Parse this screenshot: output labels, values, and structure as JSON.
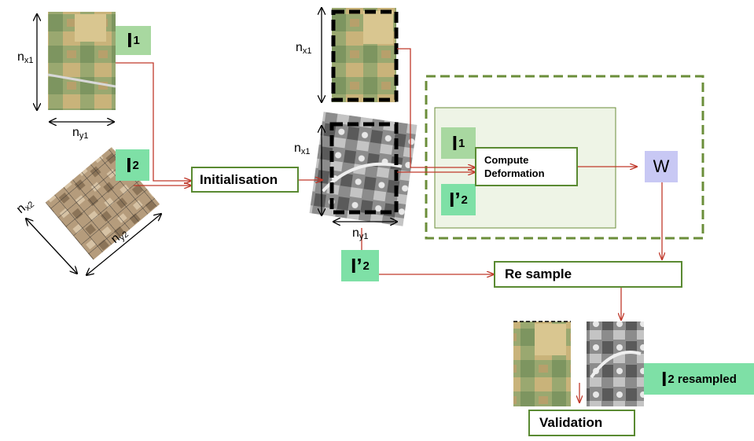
{
  "labels": {
    "i1_top": {
      "main": "I",
      "sub": "1"
    },
    "i2_left": {
      "main": "I",
      "sub": "2"
    },
    "i1_inner": {
      "main": "I",
      "sub": "1"
    },
    "i2p_inner": {
      "main": "I’",
      "sub": "2"
    },
    "i2p_bottom": {
      "main": "I’",
      "sub": "2"
    },
    "i2_resampled": {
      "main": "I",
      "sub": "2 resampled"
    },
    "w": "W"
  },
  "dimensions": {
    "nx1_left": {
      "main": "n",
      "sub": "x1"
    },
    "ny1_left": {
      "main": "n",
      "sub": "y1"
    },
    "nx2": {
      "main": "n",
      "sub": "x2"
    },
    "ny2": {
      "main": "n",
      "sub": "y2"
    },
    "nx1_mid_top": {
      "main": "n",
      "sub": "x1"
    },
    "nx1_mid": {
      "main": "n",
      "sub": "x1"
    },
    "ny1_mid": {
      "main": "n",
      "sub": "y1"
    }
  },
  "process": {
    "initialisation": "Initialisation",
    "compute_line1": "Compute",
    "compute_line2": "Deformation",
    "resample": "Re sample",
    "validation": "Validation"
  },
  "colors": {
    "arrow": "#c0392b",
    "box_border": "#5a8a32",
    "dashed_frame": "#6b8e3a",
    "label_green_light": "#a8d8a0",
    "label_green_bright": "#7ee0a6",
    "w_fill": "#c8c8f4",
    "panel_fill": "#eef4e6"
  }
}
